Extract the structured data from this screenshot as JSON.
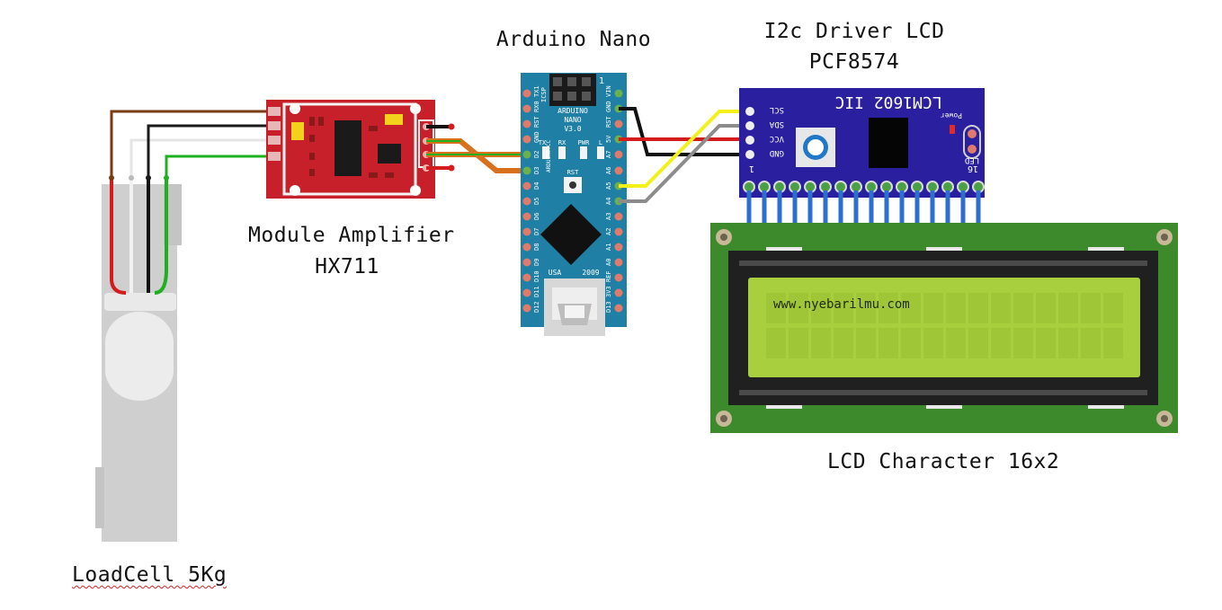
{
  "captions": {
    "loadcell": "LoadCell 5Kg",
    "amplifier_line1": "Module Amplifier",
    "amplifier_line2": "HX711",
    "nano": "Arduino Nano",
    "i2c_line1": "I2c Driver LCD",
    "i2c_line2": "PCF8574",
    "lcd": "LCD Character 16x2"
  },
  "nano_board": {
    "line1": "ARDUINO",
    "line2": "NANO",
    "line3": "V3.0",
    "icsp": "ICSP",
    "pin1_marker": "1",
    "leds": [
      "TX",
      "RX",
      "PWR",
      "L"
    ],
    "reset": "RST",
    "usa": "USA",
    "year": "2009",
    "brand": "ARDUINO.CC",
    "left_pins": [
      "TX1",
      "RX0",
      "RST",
      "GND",
      "D2",
      "D3",
      "D4",
      "D5",
      "D6",
      "D7",
      "D8",
      "D9",
      "D10",
      "D11",
      "D12"
    ],
    "right_pins": [
      "VIN",
      "GND",
      "RST",
      "5V",
      "A7",
      "A6",
      "A5",
      "A4",
      "A3",
      "A2",
      "A1",
      "A0",
      "REF",
      "3V3",
      "D13"
    ]
  },
  "i2c_board": {
    "title": "LCM1602 IIC",
    "power": "Power",
    "led": "LED",
    "pins": [
      "SCL",
      "SDA",
      "VCC",
      "GND"
    ],
    "pin_first": "1",
    "pin_last": "16"
  },
  "lcd_display": {
    "line1": "www.nyebarilmu.com",
    "line2": ""
  },
  "colors": {
    "hx711_board": "#c8202a",
    "nano_board": "#1f7fa4",
    "i2c_board": "#2a1f9e",
    "lcd_pcb": "#3d8a2c",
    "lcd_screen": "#a8cf3e",
    "wire_brown": "#7a3a12",
    "wire_black": "#1a1a1a",
    "wire_white": "#e8e8e8",
    "wire_green": "#1fb01f",
    "wire_red": "#d51c1c",
    "wire_orange": "#d8701c",
    "wire_yellow": "#f3f01a",
    "wire_grey": "#8c8c8c",
    "header_pins": "#2c6fcf"
  }
}
